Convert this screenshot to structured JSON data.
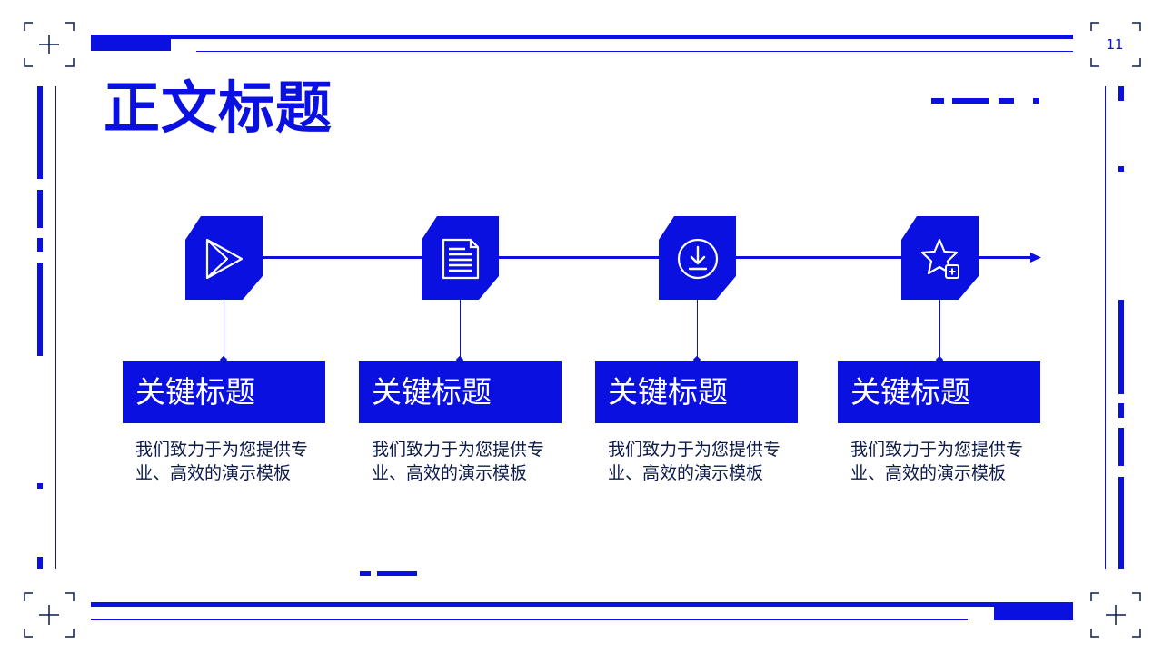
{
  "slide": {
    "page_number": "11",
    "title": "正文标题",
    "accent_color": "#0a10e0",
    "steps": [
      {
        "icon": "play-icon",
        "label": "关键标题",
        "text": "我们致力于为您提供专业、高效的演示模板"
      },
      {
        "icon": "document-icon",
        "label": "关键标题",
        "text": "我们致力于为您提供专业、高效的演示模板"
      },
      {
        "icon": "download-icon",
        "label": "关键标题",
        "text": "我们致力于为您提供专业、高效的演示模板"
      },
      {
        "icon": "star-add-icon",
        "label": "关键标题",
        "text": "我们致力于为您提供专业、高效的演示模板"
      }
    ]
  }
}
